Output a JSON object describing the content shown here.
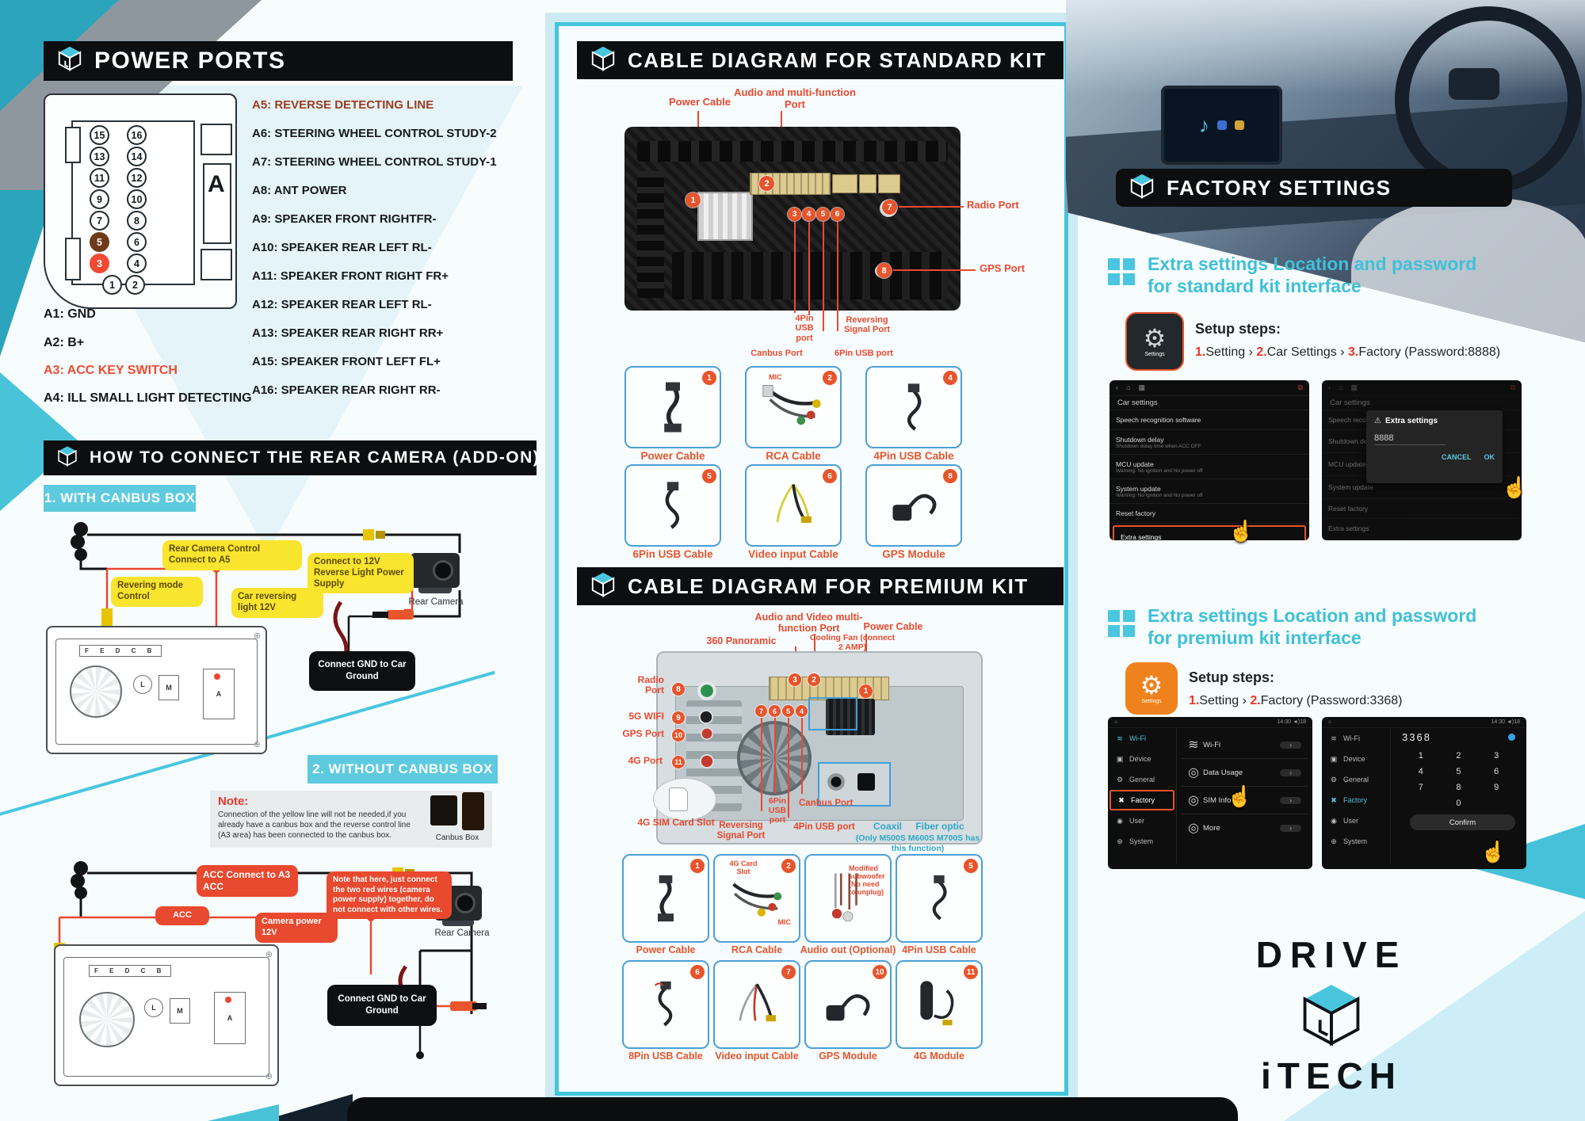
{
  "colors": {
    "accent": "#47c6dc",
    "callout_red": "#e8492f",
    "callout_yellow": "#f9e42e",
    "header_bg": "#0c0e0f",
    "tile_border": "#4d9fd6"
  },
  "icons": {
    "hand": "☝",
    "warn": "⚠",
    "back": "‹",
    "home": "⌂",
    "grid": "▦",
    "cast": "⧉",
    "chev": "›",
    "wifi": "≋",
    "device": "▣",
    "general": "⚙",
    "factory": "✖",
    "user": "◉",
    "system": "⊕",
    "dot": "◎",
    "screw": "⊕",
    "music": "♪"
  },
  "power_ports": {
    "title": "POWER PORTS",
    "connector_letter": "A",
    "pin_rows": [
      [
        "15",
        "16"
      ],
      [
        "13",
        "14"
      ],
      [
        "11",
        "12"
      ],
      [
        "9",
        "10"
      ],
      [
        "7",
        "8"
      ],
      [
        "5",
        "6"
      ],
      [
        "3",
        "4"
      ],
      [
        "1",
        "2"
      ]
    ],
    "labels_left": [
      "A1: GND",
      "A2: B+",
      "A3: ACC KEY SWITCH",
      "A4: ILL SMALL LIGHT DETECTING"
    ],
    "labels_right": [
      "A5: REVERSE DETECTING LINE",
      "A6: STEERING WHEEL CONTROL STUDY-2",
      "A7: STEERING WHEEL CONTROL STUDY-1",
      "A8: ANT POWER",
      "A9: SPEAKER FRONT RIGHTFR-",
      "A10: SPEAKER REAR LEFT RL-",
      "A11: SPEAKER FRONT RIGHT FR+",
      "A12: SPEAKER REAR LEFT RL-",
      "A13: SPEAKER REAR RIGHT RR+",
      "A15: SPEAKER FRONT LEFT FL+",
      "A16: SPEAKER REAR RIGHT RR-"
    ]
  },
  "rear_camera": {
    "title": "HOW TO CONNECT THE REAR CAMERA (ADD-ON)",
    "unit_letters": {
      "tabs": "F E D C B",
      "a": "A",
      "m": "M",
      "l": "L"
    },
    "with_canbus": {
      "badge": "1. WITH CANBUS BOX",
      "callout_control": "Rear Camera Control Connect to A5",
      "callout_revering": "Revering mode Control",
      "callout_light": "Car reversing light 12V",
      "callout_power": "Connect to 12V Reverse Light Power Supply",
      "callout_gnd": "Connect GND to Car Ground",
      "camera_label": "Rear Camera"
    },
    "without_canbus": {
      "badge": "2. WITHOUT CANBUS BOX",
      "note_title": "Note:",
      "note_body": "Connection of the yellow line will not be needed,if you already have a canbus box and the reverse control line (A3 area) has been connected to the canbus box.",
      "canbus_label": "Canbus Box",
      "callout_acc_a3": "ACC Connect to A3 ACC",
      "callout_acc": "ACC",
      "callout_camera_power": "Camera power 12V",
      "callout_note": "Note that here, just connect the two red wires (camera power supply) together, do not connect with other wires.",
      "callout_gnd": "Connect GND to Car Ground",
      "camera_label": "Rear Camera"
    }
  },
  "standard_kit": {
    "title": "CABLE DIAGRAM FOR STANDARD KIT",
    "labels": {
      "power": "Power Cable",
      "audio": "Audio and multi-function Port",
      "radio": "Radio Port",
      "gps": "GPS Port",
      "usb4": "4Pin USB port",
      "reversing": "Reversing Signal Port",
      "canbus": "Canbus Port",
      "usb6": "6Pin USB port"
    },
    "markers": [
      "1",
      "2",
      "3",
      "4",
      "5",
      "6",
      "7",
      "8"
    ],
    "tiles": [
      {
        "num": "1",
        "label": "Power Cable"
      },
      {
        "num": "2",
        "label": "RCA Cable",
        "extra": "MIC"
      },
      {
        "num": "4",
        "label": "4Pin USB Cable"
      },
      {
        "num": "5",
        "label": "6Pin USB Cable"
      },
      {
        "num": "6",
        "label": "Video input Cable"
      },
      {
        "num": "8",
        "label": "GPS Module"
      }
    ]
  },
  "premium_kit": {
    "title": "CABLE DIAGRAM FOR PREMIUM KIT",
    "labels": {
      "audio": "Audio and Video multi-function Port",
      "power": "Power Cable",
      "panoramic": "360 Panoramic",
      "fan": "Cooling Fan (connect 2 AMP)",
      "radio": "Radio Port",
      "wifi": "5G WIFI",
      "gps": "GPS Port",
      "g4": "4G Port",
      "sim": "4G SIM Card Slot",
      "reversing": "Reversing Signal Port",
      "usb6": "6Pin USB port",
      "usb4": "4Pin USB port",
      "canbus": "Canbus Port",
      "coaxil": "Coaxil",
      "fiber": "Fiber optic",
      "coax_note": "(Only M500S M600S M700S has this function)"
    },
    "markers": [
      "1",
      "2",
      "3",
      "4",
      "5",
      "6",
      "7",
      "8",
      "9",
      "10",
      "11"
    ],
    "tiles": [
      {
        "num": "1",
        "label": "Power Cable"
      },
      {
        "num": "2",
        "label": "RCA Cable",
        "extra": "4G Card Slot",
        "extra2": "MIC"
      },
      {
        "num": "",
        "label": "Audio out (Optional)",
        "extra": "Modified subwoofer (No need to unplug)"
      },
      {
        "num": "5",
        "label": "4Pin USB Cable"
      },
      {
        "num": "6",
        "label": "8Pin USB Cable"
      },
      {
        "num": "7",
        "label": "Video input Cable"
      },
      {
        "num": "10",
        "label": "GPS Module"
      },
      {
        "num": "11",
        "label": "4G Module"
      }
    ]
  },
  "factory": {
    "title": "FACTORY SETTINGS",
    "standard": {
      "heading1": "Extra settings Location and password",
      "heading2": "for standard kit interface",
      "setup_label": "Setup steps:",
      "icon_caption": "Settings",
      "steps": [
        {
          "num": "1.",
          "text": "Setting ›"
        },
        {
          "num": "2.",
          "text": "Car Settings ›"
        },
        {
          "num": "3.",
          "text": "Factory (Password:8888)"
        }
      ],
      "screen": {
        "title": "Car settings",
        "items": [
          {
            "t": "Speech recognition software",
            "s": ""
          },
          {
            "t": "Shutdown delay",
            "s": "Shutdown delay time when ACC OFF"
          },
          {
            "t": "MCU update",
            "s": "Warning: No ignition and No power off"
          },
          {
            "t": "System update",
            "s": "Warning: No ignition and No power off"
          },
          {
            "t": "Reset factory",
            "s": ""
          },
          {
            "t": "Extra settings",
            "s": ""
          }
        ],
        "popup": {
          "title": "Extra settings",
          "value": "8888",
          "cancel": "CANCEL",
          "ok": "OK"
        }
      }
    },
    "premium": {
      "heading1": "Extra settings Location and password",
      "heading2": "for premium kit interface",
      "setup_label": "Setup steps:",
      "icon_caption": "Settings",
      "steps": [
        {
          "num": "1.",
          "text": "Setting ›"
        },
        {
          "num": "2.",
          "text": "Factory (Password:3368)"
        }
      ],
      "screen": {
        "status": "14:30 ◄)18",
        "sidebar": [
          "Wi-Fi",
          "Device",
          "General",
          "Factory",
          "User",
          "System"
        ],
        "list": [
          "Wi-Fi",
          "Data Usage",
          "SIM Info",
          "More"
        ],
        "value": "3368",
        "keys": [
          "1",
          "2",
          "3",
          "4",
          "5",
          "6",
          "7",
          "8",
          "9",
          "0"
        ],
        "confirm": "Confirm"
      }
    }
  },
  "logo": {
    "top": "DRIVE",
    "bottom": "iTECH"
  }
}
